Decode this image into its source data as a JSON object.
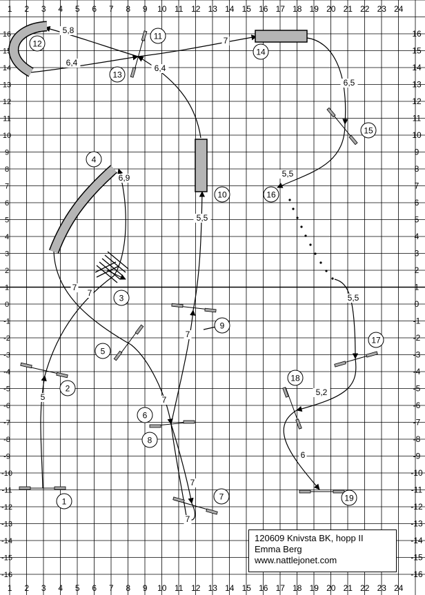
{
  "grid": {
    "x_labels": [
      "1",
      "2",
      "3",
      "4",
      "5",
      "6",
      "7",
      "8",
      "9",
      "10",
      "11",
      "12",
      "13",
      "14",
      "15",
      "16",
      "17",
      "18",
      "19",
      "20",
      "21",
      "22",
      "23",
      "24"
    ],
    "y_labels_right": [
      "16",
      "15",
      "14",
      "13",
      "12",
      "11",
      "10",
      "9",
      "8",
      "7",
      "6",
      "5",
      "4",
      "3",
      "2",
      "1",
      "0",
      "-1",
      "-2",
      "-3",
      "-4",
      "-5",
      "-6",
      "-7",
      "-8",
      "-9",
      "-10",
      "-11",
      "-12",
      "-13",
      "-14",
      "-15",
      "-16"
    ],
    "y_labels_left": [
      "16",
      "15",
      "14",
      "13",
      "12",
      "11",
      "10",
      "9",
      "8",
      "7",
      "6",
      "5",
      "4",
      "3",
      "2",
      "1",
      "0",
      "-1",
      "-2",
      "-3",
      "-4",
      "-5",
      "-6",
      "-7",
      "-8",
      "-9",
      "-10",
      "-11",
      "-12",
      "-13",
      "-14",
      "-15",
      "-16"
    ]
  },
  "obstacles": [
    "1",
    "2",
    "3",
    "4",
    "5",
    "6",
    "7",
    "8",
    "9",
    "10",
    "11",
    "12",
    "13",
    "14",
    "15",
    "16",
    "17",
    "18",
    "19"
  ],
  "distances": [
    "5,8",
    "6,4",
    "6,4",
    "7",
    "6,5",
    "6,9",
    "5,5",
    "7",
    "7",
    "7",
    "5",
    "5,5",
    "7",
    "7",
    "5,5",
    "5,2",
    "6",
    "7"
  ],
  "info": {
    "line1": "120609 Knivsta BK, hopp II",
    "line2": "Emma Berg",
    "line3": "www.nattlejonet.com"
  }
}
